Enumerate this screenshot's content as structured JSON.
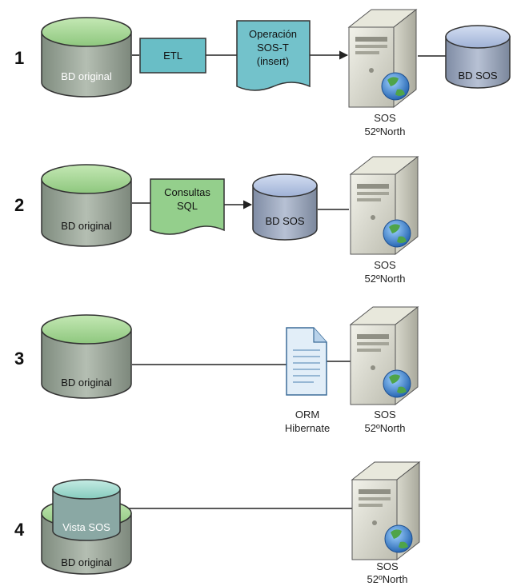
{
  "rows": [
    {
      "number": "1",
      "db_label": "BD original",
      "etl_label": "ETL",
      "doc_lines": [
        "Operación",
        "SOS-T",
        "(insert)"
      ],
      "server_lines": [
        "SOS",
        "52ºNorth"
      ],
      "sos_db_label": "BD SOS"
    },
    {
      "number": "2",
      "db_label": "BD original",
      "doc_lines": [
        "Consultas",
        "SQL"
      ],
      "sos_db_label": "BD SOS",
      "server_lines": [
        "SOS",
        "52ºNorth"
      ]
    },
    {
      "number": "3",
      "db_label": "BD original",
      "file_lines": [
        "ORM",
        "Hibernate"
      ],
      "server_lines": [
        "SOS",
        "52ºNorth"
      ]
    },
    {
      "number": "4",
      "view_label": "Vista SOS",
      "db_label": "BD original",
      "server_lines": [
        "SOS",
        "52ºNorth"
      ]
    }
  ],
  "colors": {
    "green_top": "#a6d79a",
    "gray_body": "#9aa79a",
    "blue_top": "#b8c8e6",
    "blue_body": "#8f9cb3",
    "teal_shape": "#6fc3c9",
    "green_doc": "#94cf8c",
    "teal_view": "#8fd0c6"
  }
}
